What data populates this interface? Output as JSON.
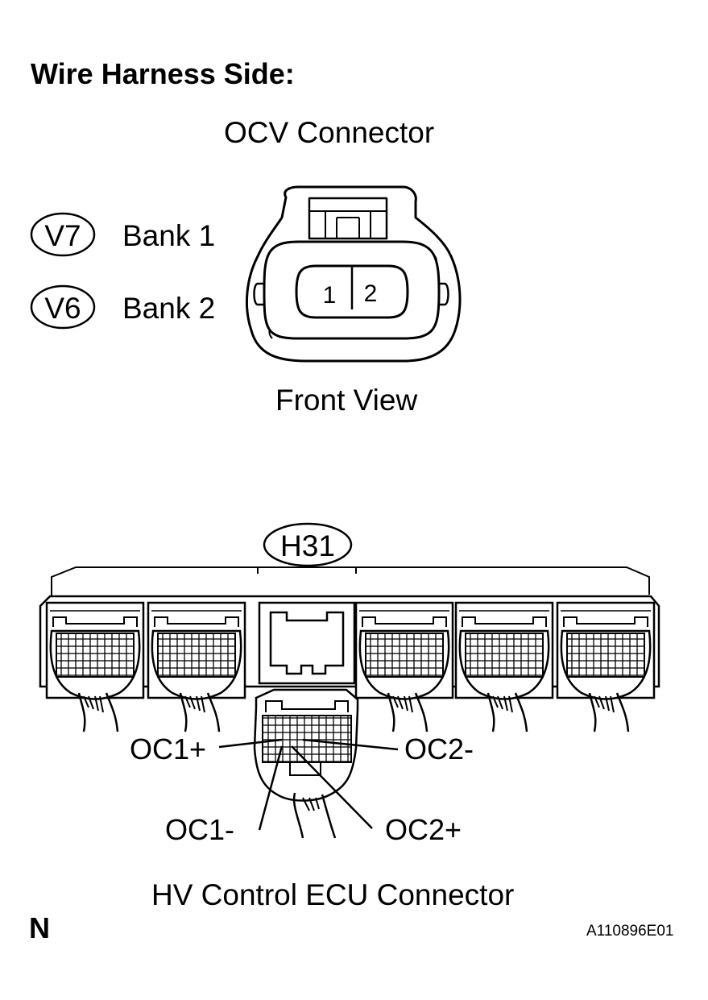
{
  "heading": "Wire Harness Side:",
  "ocv_connector": {
    "title": "OCV Connector",
    "view_label": "Front View",
    "pins": [
      "1",
      "2"
    ],
    "banks": [
      {
        "code": "V7",
        "label": "Bank 1"
      },
      {
        "code": "V6",
        "label": "Bank 2"
      }
    ]
  },
  "ecu_connector": {
    "code": "H31",
    "title": "HV Control ECU Connector",
    "terminals": {
      "oc1_plus": "OC1+",
      "oc2_minus": "OC2-",
      "oc1_minus": "OC1-",
      "oc2_plus": "OC2+"
    }
  },
  "footer": {
    "corner_mark": "N",
    "figure_id": "A110896E01"
  }
}
